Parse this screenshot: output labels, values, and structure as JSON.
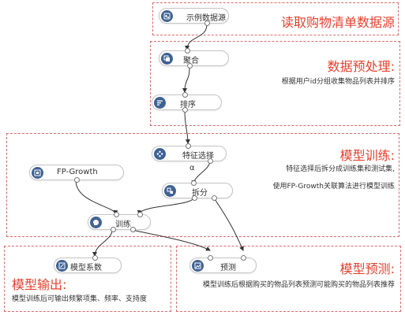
{
  "nodes": {
    "data_source": "示例数据源",
    "aggregate": "聚合",
    "sort": "排序",
    "feature_select": "特征选择",
    "split": "拆分",
    "fpgrowth": "FP-Growth",
    "train": "训练",
    "model_coef": "模型系数",
    "predict": "预测"
  },
  "edge_label": "α",
  "regions": {
    "read": {
      "title": "读取购物清单数据源"
    },
    "preprocess": {
      "title": "数据预处理:",
      "desc": "根据用户id分组收集物品列表并排序"
    },
    "training": {
      "title": "模型训练:",
      "desc1": "特征选择后拆分成训练集和测试集,",
      "desc2": "使用FP-Growth关联算法进行模型训练"
    },
    "output": {
      "title": "模型输出:",
      "desc": "模型训练后可输出频繁项集、频率、支持度"
    },
    "predict": {
      "title": "模型预测:",
      "desc": "模型训练后根据购买的物品列表预测可能购买的物品列表推荐"
    }
  },
  "colors": {
    "accent": "#e8402c",
    "node_icon": "#3f6294",
    "edge": "#333333"
  }
}
